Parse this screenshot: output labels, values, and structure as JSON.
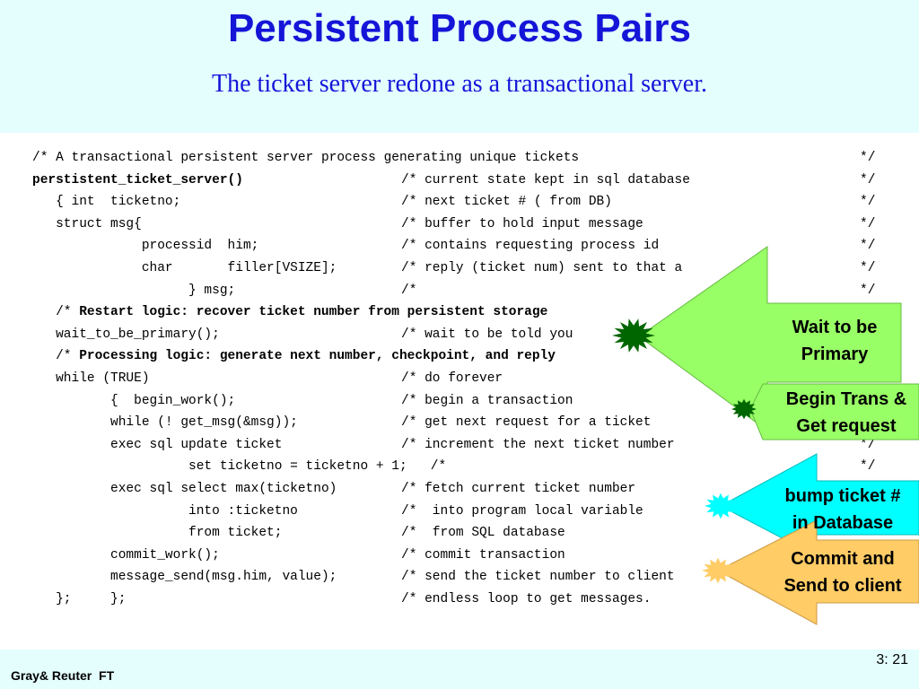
{
  "slide": {
    "title": "Persistent Process Pairs",
    "subtitle": "The ticket server redone as a transactional server.",
    "footer_left": "Gray& Reuter  FT",
    "page_number": "3: 21"
  },
  "code": [
    {
      "code": "/* A transactional persistent server process generating unique tickets",
      "comment": "",
      "end": "*/"
    },
    {
      "code": "perstistent_ticket_server()",
      "bold": true,
      "comment": "/* current state kept in sql database",
      "end": "*/"
    },
    {
      "code": "   { int  ticketno;",
      "comment": "/* next ticket # ( from DB)",
      "end": "*/"
    },
    {
      "code": "   struct msg{",
      "comment": "/* buffer to hold input message",
      "end": "*/"
    },
    {
      "code": "              processid  him;",
      "comment": "/* contains requesting process id",
      "end": "*/"
    },
    {
      "code": "              char       filler[VSIZE];",
      "comment": "/* reply (ticket num) sent to that a",
      "end": "*/"
    },
    {
      "code": "                    } msg;",
      "comment": "/*",
      "end": "*/"
    },
    {
      "code": "   /* ",
      "boldtail": "Restart logic: recover ticket number from persistent storage",
      "comment": "",
      "end": ""
    },
    {
      "code": "   wait_to_be_primary();",
      "comment": "/* wait to be told you",
      "end": ""
    },
    {
      "code": "   /* ",
      "boldtail": "Processing logic: generate next number, checkpoint, and reply",
      "comment": "",
      "end": ""
    },
    {
      "code": "   while (TRUE)",
      "comment": "/* do forever",
      "end": ""
    },
    {
      "code": "          {  begin_work();",
      "comment": "/* begin a transaction",
      "end": ""
    },
    {
      "code": "          while (! get_msg(&msg));",
      "comment": "/* get next request for a ticket",
      "end": ""
    },
    {
      "code": "          exec sql update ticket",
      "comment": "/* increment the next ticket number",
      "end": "*/"
    },
    {
      "code": "                    set ticketno = ticketno + 1;   /*",
      "comment": "",
      "end": "*/"
    },
    {
      "code": "          exec sql select max(ticketno)",
      "comment": "/* fetch current ticket number",
      "end": ""
    },
    {
      "code": "                    into :ticketno",
      "comment": "/*  into program local variable",
      "end": ""
    },
    {
      "code": "                    from ticket;",
      "comment": "/*  from SQL database",
      "end": ""
    },
    {
      "code": "          commit_work();",
      "comment": "/* commit transaction",
      "end": ""
    },
    {
      "code": "          message_send(msg.him, value);",
      "comment": "/* send the ticket number to client",
      "end": ""
    },
    {
      "code": "   };     };",
      "comment": "/* endless loop to get messages.",
      "end": "*/"
    }
  ],
  "callouts": [
    {
      "line1": "Wait to be",
      "line2": "Primary",
      "fill": "#99ff66"
    },
    {
      "line1": "Begin Trans &",
      "line2": "Get request",
      "fill": "#99ff66"
    },
    {
      "line1": "bump ticket #",
      "line2": "in Database",
      "fill": "#00ffff"
    },
    {
      "line1": "Commit and",
      "line2": "Send to client",
      "fill": "#ffcc66"
    }
  ],
  "colors": {
    "title": "#1515d8",
    "header_bg": "#e4fefe",
    "starburst_green": "#006600",
    "starburst_cyan": "#00ffff",
    "starburst_orange": "#ffcc66"
  }
}
